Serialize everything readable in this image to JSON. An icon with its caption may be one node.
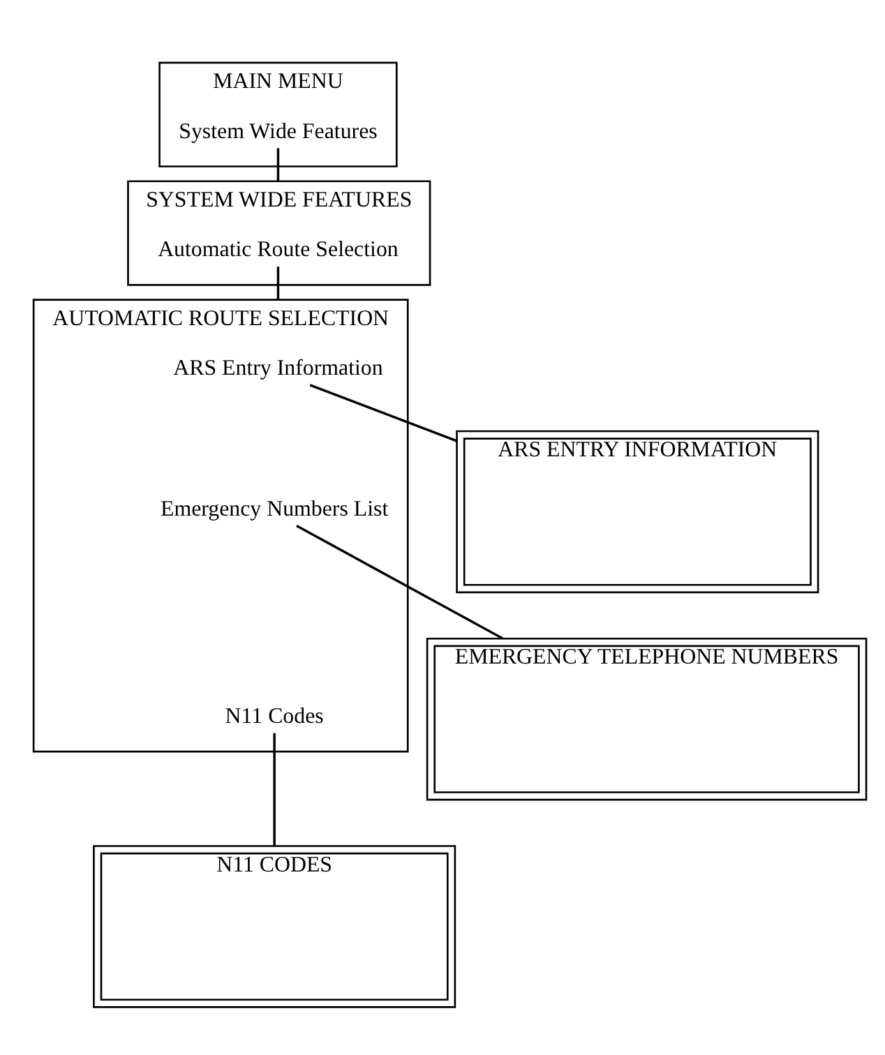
{
  "diagram": {
    "nodes": [
      {
        "text": [
          "MAIN MENU"
        ]
      },
      {
        "text": [
          "System Wide Features"
        ],
        "in": 0
      },
      {
        "text": [
          "SYSTEM WIDE FEATURES"
        ]
      },
      {
        "text": [
          "Automatic Route Selection"
        ],
        "in": 2
      },
      {
        "text": [
          "AUTOMATIC ROUTE SELECTION"
        ]
      },
      {
        "text": [
          "ARS Entry Information"
        ],
        "in": 4
      },
      {
        "text": [
          "Emergency Numbers List"
        ],
        "in": 4
      },
      {
        "text": [
          "N11 Codes"
        ],
        "in": 4
      },
      {
        "text": [
          "ARS ENTRY INFORMATION"
        ]
      },
      {
        "text": [
          "EMERGENCY TELEPHONE NUMBERS"
        ]
      },
      {
        "text": [
          "N11 CODES"
        ]
      }
    ],
    "edges": [
      {
        "from": 1,
        "to": 2,
        "arrow": "none"
      },
      {
        "from": 3,
        "to": 4,
        "arrow": "none"
      },
      {
        "from": 5,
        "to": 8,
        "arrow": "none"
      },
      {
        "from": 6,
        "to": 9,
        "arrow": "none"
      },
      {
        "from": 7,
        "to": 10,
        "arrow": "none"
      }
    ]
  }
}
